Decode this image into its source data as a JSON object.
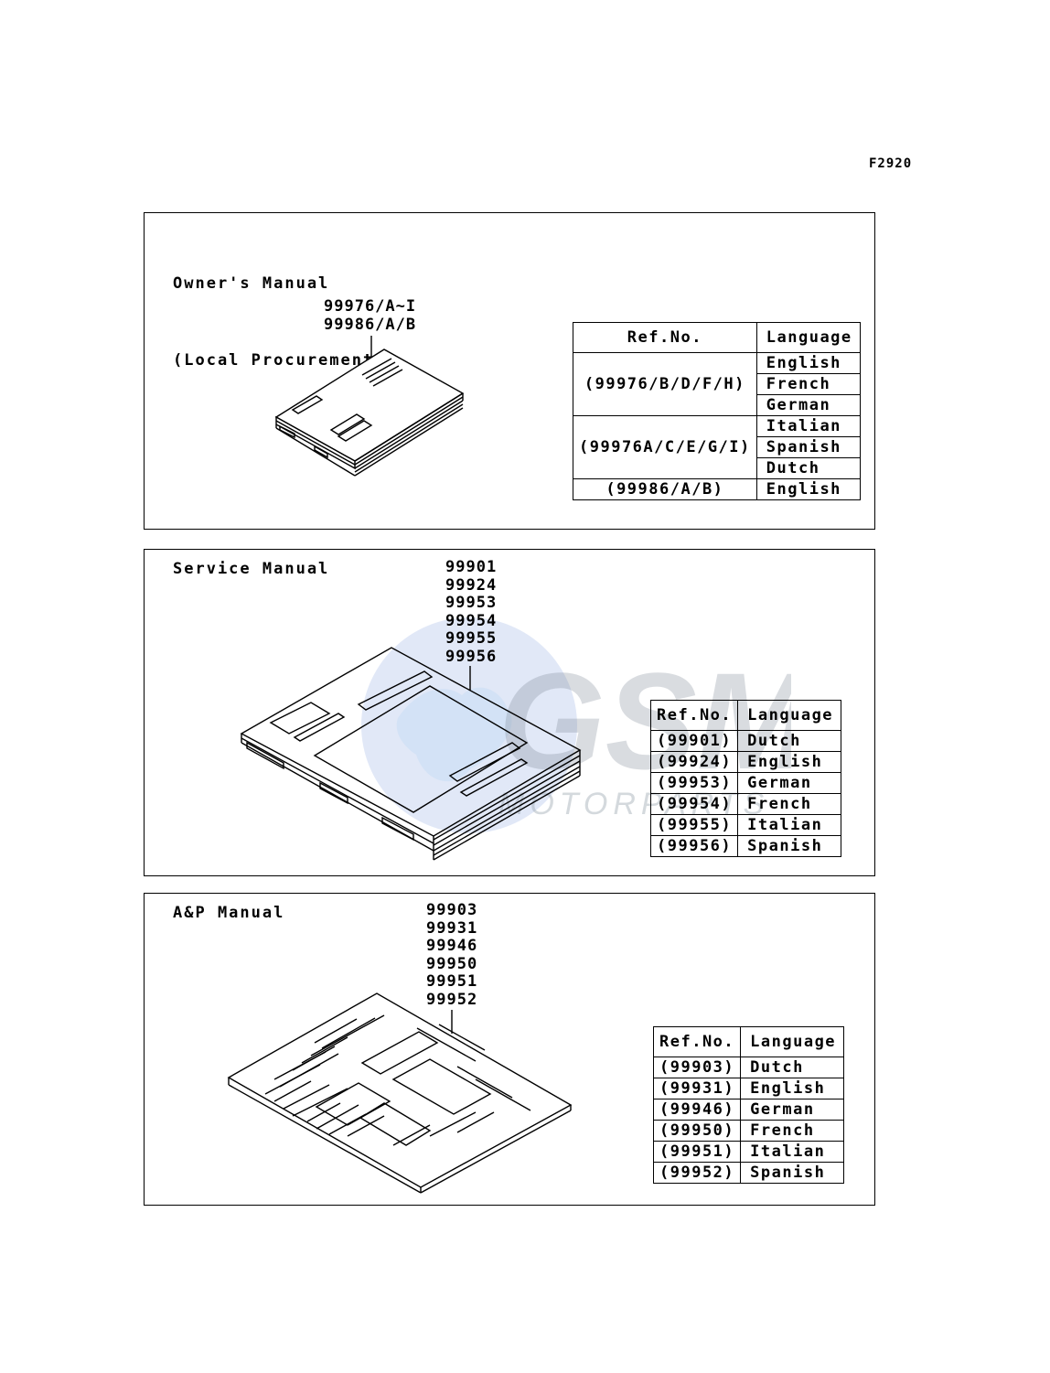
{
  "figure_id": "F2920",
  "panels": {
    "owners": {
      "title_line1": "Owner's Manual",
      "title_line2": "(Local Procurement)",
      "part_numbers": [
        "99976/A~I",
        "99986/A/B"
      ],
      "table": {
        "header_ref": "Ref.No.",
        "header_lang": "Language",
        "groups": [
          {
            "ref": "(99976/B/D/F/H)",
            "languages": [
              "English",
              "French",
              "German"
            ]
          },
          {
            "ref": "(99976A/C/E/G/I)",
            "languages": [
              "Italian",
              "Spanish",
              "Dutch"
            ]
          },
          {
            "ref": "(99986/A/B)",
            "languages": [
              "English"
            ]
          }
        ]
      }
    },
    "service": {
      "title": "Service Manual",
      "part_numbers": [
        "99901",
        "99924",
        "99953",
        "99954",
        "99955",
        "99956"
      ],
      "table": {
        "header_ref": "Ref.No.",
        "header_lang": "Language",
        "rows": [
          {
            "ref": "(99901)",
            "lang": "Dutch"
          },
          {
            "ref": "(99924)",
            "lang": "English"
          },
          {
            "ref": "(99953)",
            "lang": "German"
          },
          {
            "ref": "(99954)",
            "lang": "French"
          },
          {
            "ref": "(99955)",
            "lang": "Italian"
          },
          {
            "ref": "(99956)",
            "lang": "Spanish"
          }
        ]
      }
    },
    "ap": {
      "title": "A&P Manual",
      "part_numbers": [
        "99903",
        "99931",
        "99946",
        "99950",
        "99951",
        "99952"
      ],
      "table": {
        "header_ref": "Ref.No.",
        "header_lang": "Language",
        "rows": [
          {
            "ref": "(99903)",
            "lang": "Dutch"
          },
          {
            "ref": "(99931)",
            "lang": "English"
          },
          {
            "ref": "(99946)",
            "lang": "German"
          },
          {
            "ref": "(99950)",
            "lang": "French"
          },
          {
            "ref": "(99951)",
            "lang": "Italian"
          },
          {
            "ref": "(99952)",
            "lang": "Spanish"
          }
        ]
      }
    }
  },
  "watermark": {
    "text": "MOTORPARTS",
    "logo": "globe-logo-icon"
  }
}
